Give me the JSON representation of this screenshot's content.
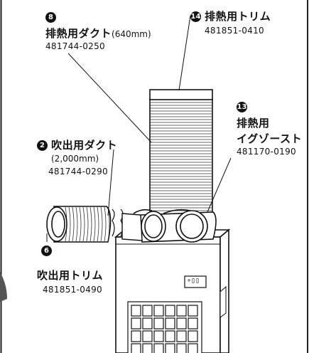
{
  "parts": {
    "exhaust_duct": {
      "marker": "8",
      "name": "排熱用ダクト",
      "size": "(640mm)",
      "code": "481744-0250"
    },
    "exhaust_trim": {
      "marker": "14",
      "name": "排熱用トリム",
      "code": "481851-0410"
    },
    "exhaust_nozzle": {
      "marker": "13",
      "name_line1": "排熱用",
      "name_line2": "イグゾースト",
      "code": "481170-0190"
    },
    "outlet_duct": {
      "marker": "2",
      "name": "吹出用ダクト",
      "size": "(2,000mm)",
      "code": "481744-0290"
    },
    "outlet_trim": {
      "marker": "6",
      "name": "吹出用トリム",
      "code": "481851-0490"
    }
  },
  "unit_panel": {
    "display_text": "∘▯▯"
  }
}
